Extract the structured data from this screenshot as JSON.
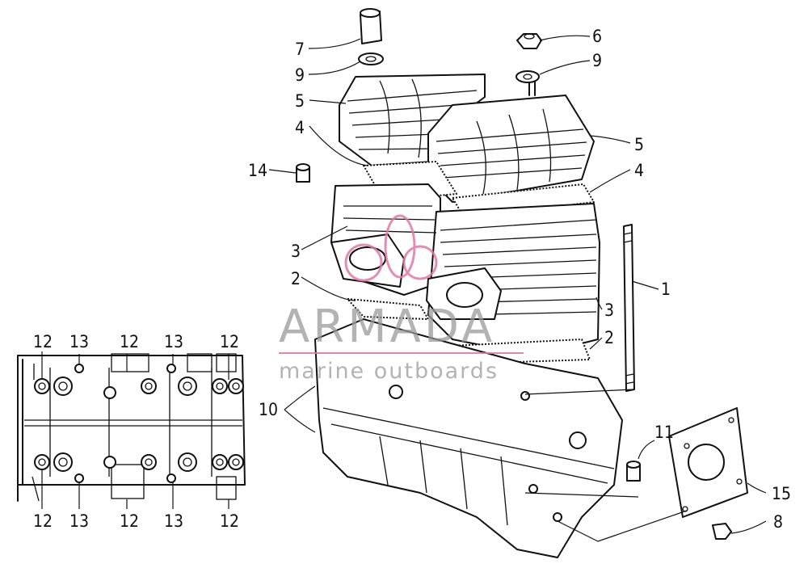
{
  "watermark": {
    "title": "ARMADA",
    "subtitle": "marine outboards",
    "accent_color": "#e07aa8",
    "text_color": "#9a9a9a"
  },
  "callouts": {
    "c1": "1",
    "c2a": "2",
    "c2b": "2",
    "c3a": "3",
    "c3b": "3",
    "c4a": "4",
    "c4b": "4",
    "c5a": "5",
    "c5b": "5",
    "c6": "6",
    "c7": "7",
    "c8": "8",
    "c9a": "9",
    "c9b": "9",
    "c10": "10",
    "c11": "11",
    "c14": "14",
    "c15": "15",
    "c12a": "12",
    "c12b": "12",
    "c12c": "12",
    "c12d": "12",
    "c12e": "12",
    "c12f": "12",
    "c13a": "13",
    "c13b": "13",
    "c13c": "13",
    "c13d": "13"
  }
}
